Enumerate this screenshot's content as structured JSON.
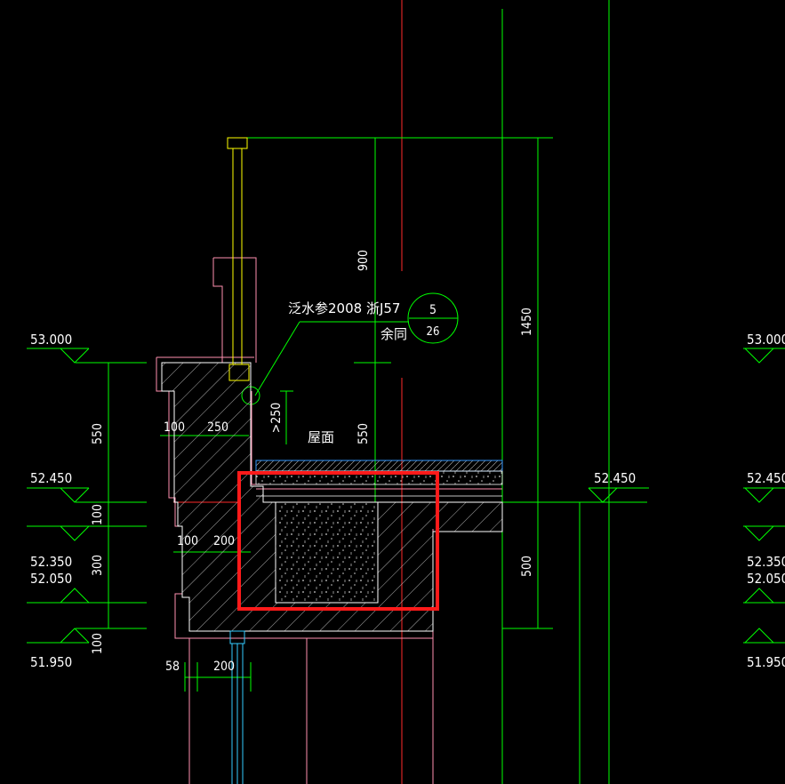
{
  "colors": {
    "background": "#000000",
    "dimension": "#00ff00",
    "centerline": "#ff2a2a",
    "railing": "#ffff00",
    "flashing": "#ff8fb0",
    "glass": "#33ccff",
    "hatch": "#ffffff",
    "highlight": "#ff1a1a",
    "waterproof": "#3399ff"
  },
  "elevations": {
    "e53000": "53.000",
    "e52450": "52.450",
    "e52350": "52.350",
    "e52050": "52.050",
    "e51950": "51.950"
  },
  "dimensions": {
    "d900": "900",
    "d1450": "1450",
    "d550a": "550",
    "d550b": "550",
    "d100a": "100",
    "d250": "250",
    "d250min": ">250",
    "d100b": "100",
    "d300": "300",
    "d100c": "100",
    "d100d": "100",
    "d200a": "200",
    "d500": "500",
    "d58": "58",
    "d200b": "200"
  },
  "annotations": {
    "flashing_note": "泛水参2008 浙J57",
    "same_note": "余同",
    "roof_label": "屋面",
    "detail_number": "5",
    "sheet_number": "26"
  }
}
